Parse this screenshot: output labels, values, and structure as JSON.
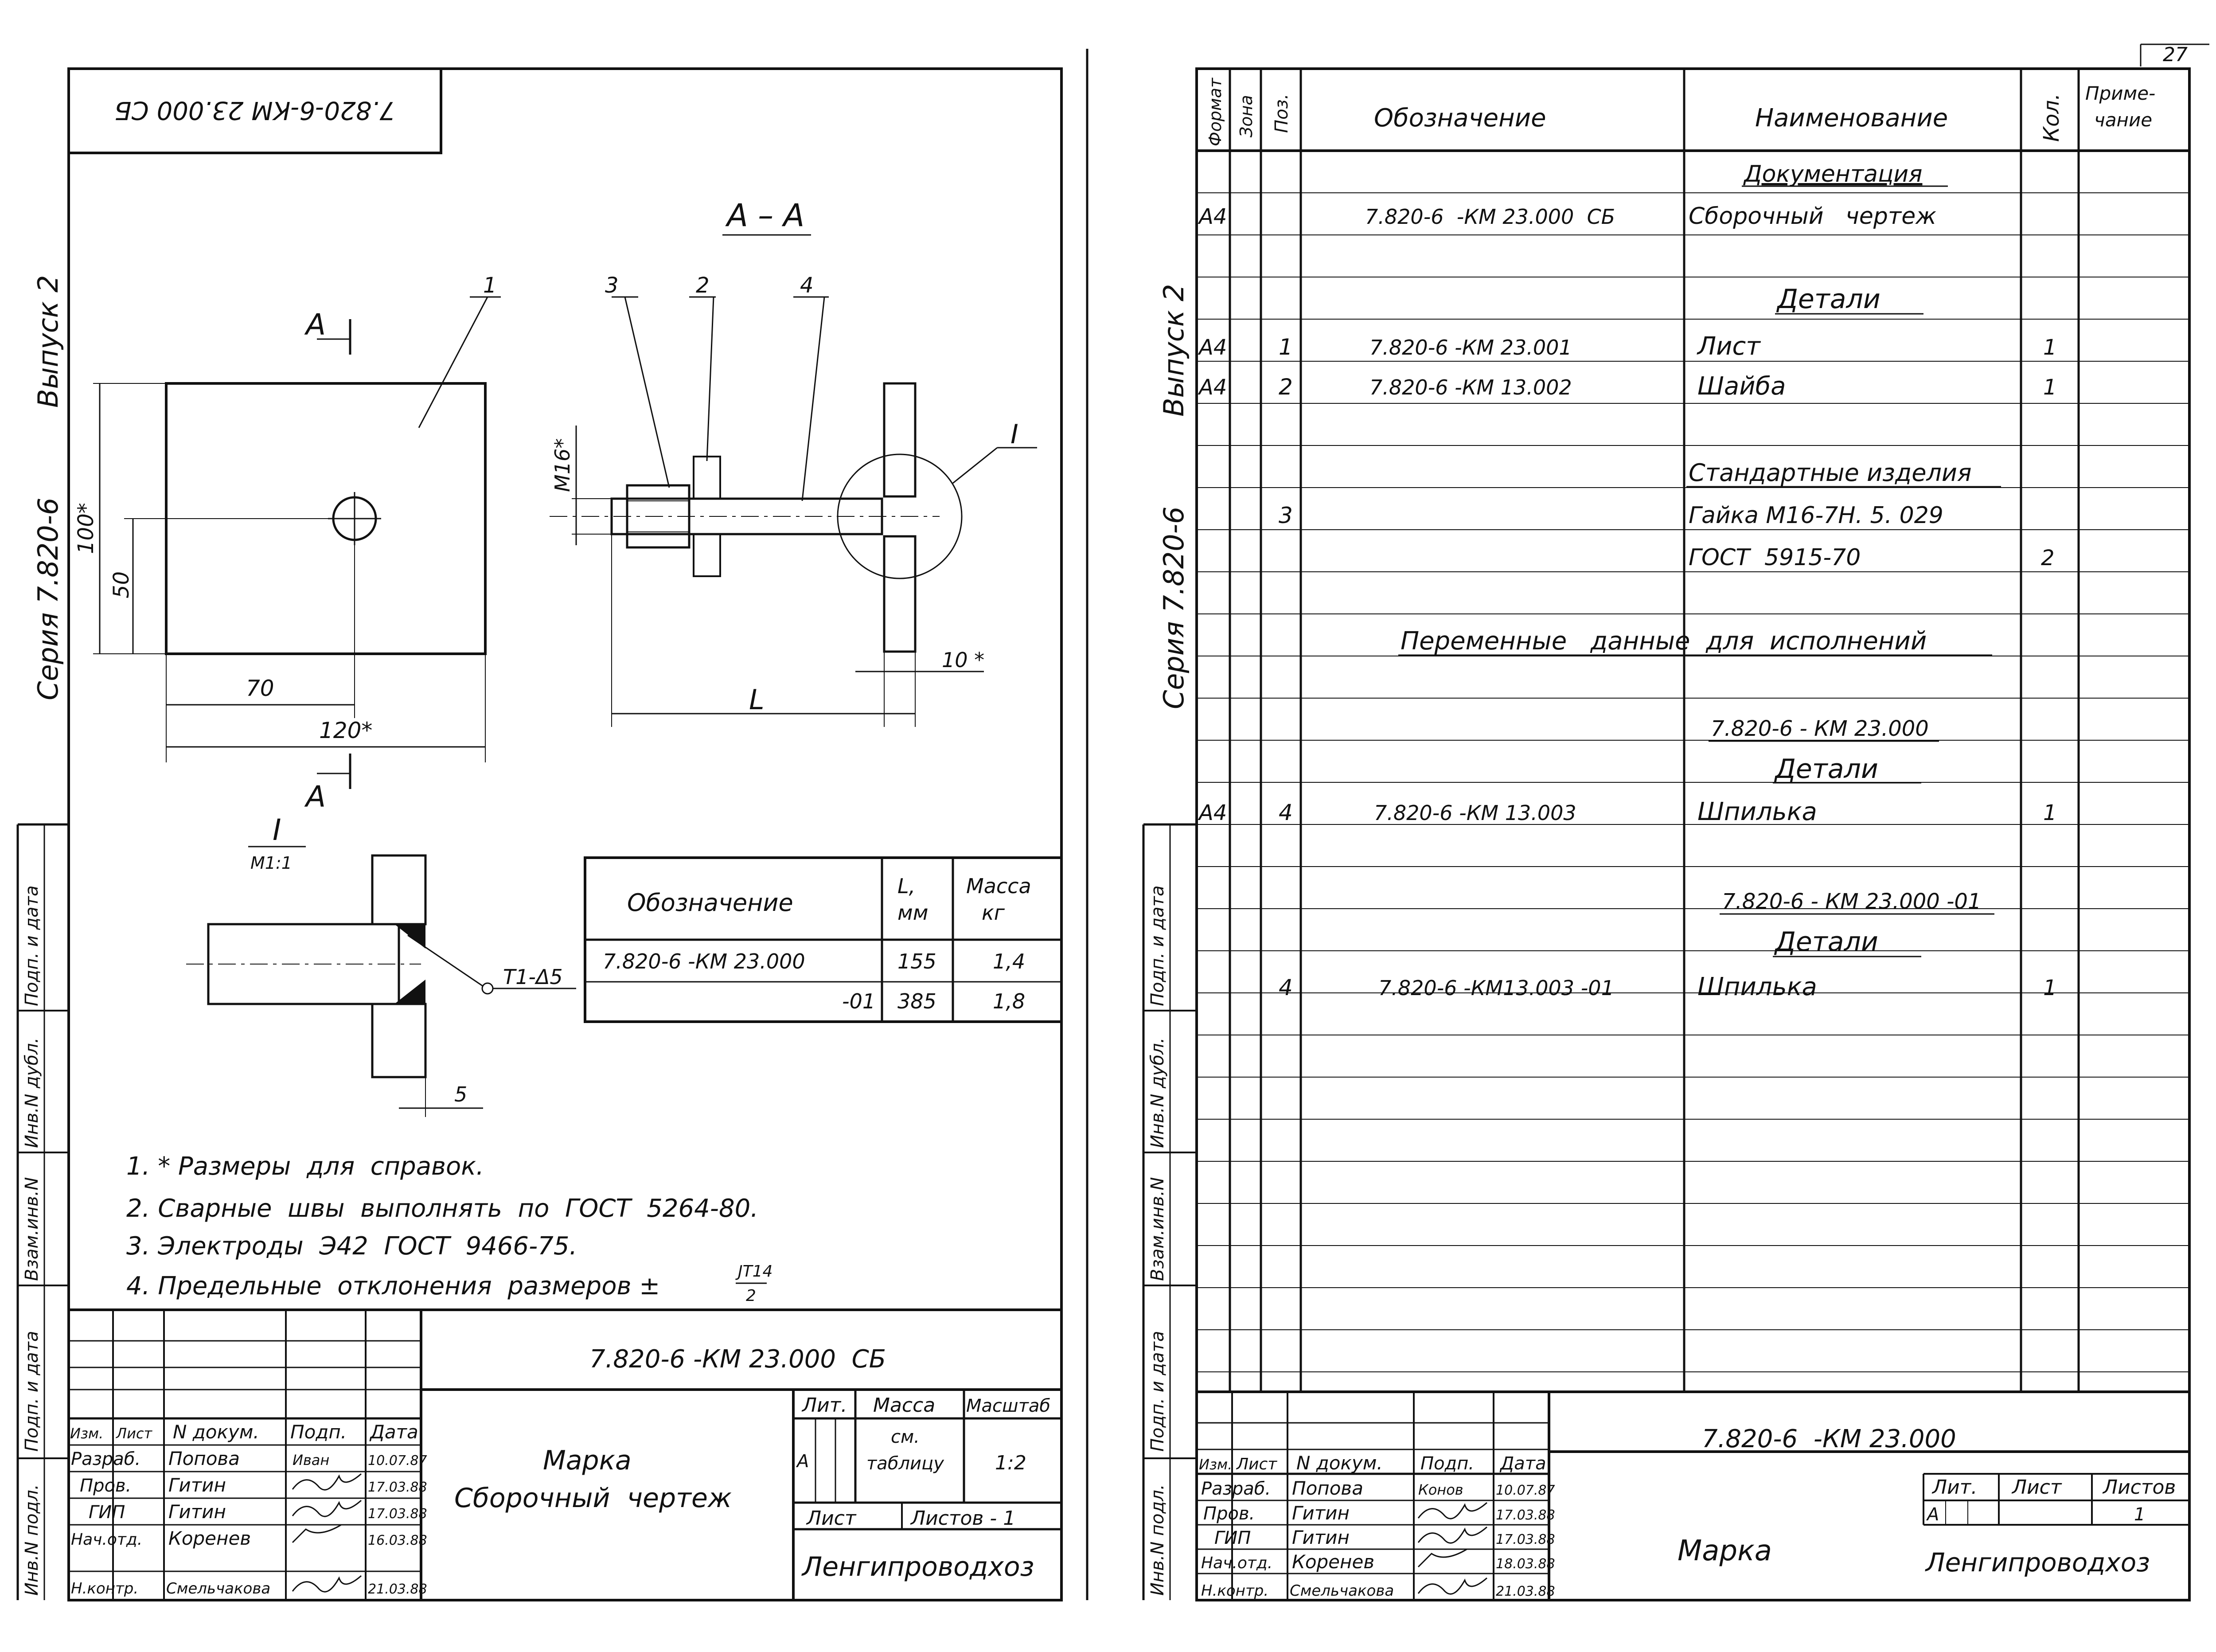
{
  "page_number": "27",
  "left_sheet": {
    "top_stamp": "7.820-6-КМ 23.000 СБ",
    "side_series": "Серия 7.820-6",
    "side_issue": "Выпуск 2",
    "margin_labels": [
      "Инв.N подл.",
      "Подп. и дата",
      "Взам.инв.N",
      "Инв.N дубл.",
      "Подп. и дата"
    ],
    "section_label": "А – А",
    "view_mark_top": "А",
    "view_mark_bottom": "А",
    "detail_label": "I",
    "detail_scale": "М1:1",
    "detail_ref": "I",
    "positions": [
      "1",
      "3",
      "2",
      "4"
    ],
    "dims": {
      "height_100": "100*",
      "height_50": "50",
      "width_70": "70",
      "width_120": "120*",
      "thread": "М16*",
      "length_L": "L",
      "plate_10": "10 *",
      "weld_5": "5",
      "weld_sign": "Т1-Δ5"
    },
    "variant_table": {
      "headers": [
        "Обозначение",
        "L, мм",
        "Масса кг"
      ],
      "rows": [
        [
          "7.820-6 -КМ 23.000",
          "155",
          "1,4"
        ],
        [
          "-01",
          "385",
          "1,8"
        ]
      ]
    },
    "notes": [
      "1. * Размеры  для  справок.",
      "2. Сварные  швы  выполнять  по  ГОСТ  5264-80.",
      "3. Электроды  Э42  ГОСТ  9466-75.",
      "4. Предельные  отклонения  размеров ±"
    ],
    "tolerance": {
      "num": "JT14",
      "den": "2"
    },
    "title_block": {
      "code": "7.820-6 -КМ 23.000  СБ",
      "name_line1": "Марка",
      "name_line2": "Сборочный  чертеж",
      "org": "Ленгипроводхоз",
      "col_headers": [
        "Изм.",
        "Лист",
        "N докум.",
        "Подп.",
        "Дата"
      ],
      "people": [
        {
          "role": "Разраб.",
          "name": "Попова",
          "sign": "Иван",
          "date": "10.07.87"
        },
        {
          "role": "Пров.",
          "name": "Гитин",
          "sign": "",
          "date": "17.03.88"
        },
        {
          "role": "ГИП",
          "name": "Гитин",
          "sign": "",
          "date": "17.03.88"
        },
        {
          "role": "Нач.отд.",
          "name": "Коренев",
          "sign": "",
          "date": "16.03.88"
        },
        {
          "role": "Н.контр.",
          "name": "Смельчакова",
          "sign": "",
          "date": "21.03.88"
        }
      ],
      "lit_header": "Лит.",
      "mass_header": "Масса",
      "scale_header": "Масштаб",
      "lit_value": "А",
      "mass_value_1": "см.",
      "mass_value_2": "таблицу",
      "scale_value": "1:2",
      "sheet_label": "Лист",
      "sheets_label": "Листов - 1"
    }
  },
  "right_sheet": {
    "side_series": "Серия 7.820-6",
    "side_issue": "Выпуск 2",
    "margin_labels": [
      "Инв.N подл.",
      "Подп. и дата",
      "Взам.инв.N",
      "Инв.N дубл.",
      "Подп. и дата"
    ],
    "headers": [
      "Формат",
      "Зона",
      "Поз.",
      "Обозначение",
      "Наименование",
      "Кол.",
      "Приме-чание"
    ],
    "rows": [
      {
        "format": "",
        "pos": "",
        "code": "",
        "name": "Документация",
        "qty": "",
        "section": true
      },
      {
        "format": "А4",
        "pos": "",
        "code": "7.820-6  -КМ 23.000  СБ",
        "name": "Сборочный   чертеж",
        "qty": ""
      },
      {
        "format": "",
        "pos": "",
        "code": "",
        "name": "",
        "qty": ""
      },
      {
        "format": "",
        "pos": "",
        "code": "",
        "name": "Детали",
        "qty": "",
        "section": true
      },
      {
        "format": "А4",
        "pos": "1",
        "code": "7.820-6 -КМ 23.001",
        "name": "Лист",
        "qty": "1"
      },
      {
        "format": "А4",
        "pos": "2",
        "code": "7.820-6 -КМ 13.002",
        "name": "Шайба",
        "qty": "1"
      },
      {
        "format": "",
        "pos": "",
        "code": "",
        "name": "",
        "qty": ""
      },
      {
        "format": "",
        "pos": "",
        "code": "",
        "name": "Стандартные изделия",
        "qty": "",
        "section": true
      },
      {
        "format": "",
        "pos": "3",
        "code": "",
        "name": "Гайка М16-7Н. 5. 029",
        "qty": ""
      },
      {
        "format": "",
        "pos": "",
        "code": "",
        "name": "ГОСТ  5915-70",
        "qty": "2"
      },
      {
        "format": "",
        "pos": "",
        "code": "",
        "name": "",
        "qty": ""
      },
      {
        "format": "",
        "pos": "",
        "code": "",
        "name": "Переменные   данные  для  исполнений",
        "qty": "",
        "section": true,
        "wide": true
      },
      {
        "format": "",
        "pos": "",
        "code": "",
        "name": "",
        "qty": ""
      },
      {
        "format": "",
        "pos": "",
        "code": "",
        "name": "7.820-6 - КМ 23.000",
        "qty": "",
        "section": true
      },
      {
        "format": "",
        "pos": "",
        "code": "",
        "name": "Детали",
        "qty": "",
        "section": true
      },
      {
        "format": "А4",
        "pos": "4",
        "code": "7.820-6 -КМ 13.003",
        "name": "Шпилька",
        "qty": "1"
      },
      {
        "format": "",
        "pos": "",
        "code": "",
        "name": "",
        "qty": ""
      },
      {
        "format": "",
        "pos": "",
        "code": "",
        "name": "7.820-6 - КМ 23.000 -01",
        "qty": "",
        "section": true
      },
      {
        "format": "",
        "pos": "",
        "code": "",
        "name": "Детали",
        "qty": "",
        "section": true
      },
      {
        "format": "",
        "pos": "4",
        "code": "7.820-6 -КМ13.003 -01",
        "name": "Шпилька",
        "qty": "1"
      }
    ],
    "title_block": {
      "code": "7.820-6  -КМ 23.000",
      "name": "Марка",
      "org": "Ленгипроводхоз",
      "col_headers": [
        "Изм.",
        "Лист",
        "N докум.",
        "Подп.",
        "Дата"
      ],
      "people": [
        {
          "role": "Разраб.",
          "name": "Попова",
          "sign": "Конов",
          "date": "10.07.87"
        },
        {
          "role": "Пров.",
          "name": "Гитин",
          "sign": "",
          "date": "17.03.88"
        },
        {
          "role": "ГИП",
          "name": "Гитин",
          "sign": "",
          "date": "17.03.88"
        },
        {
          "role": "Нач.отд.",
          "name": "Коренев",
          "sign": "",
          "date": "18.03.88"
        },
        {
          "role": "Н.контр.",
          "name": "Смельчакова",
          "sign": "",
          "date": "21.03.88"
        }
      ],
      "lit_header": "Лит.",
      "sheet_header": "Лист",
      "sheets_header": "Листов",
      "lit_value": "А",
      "sheets_value": "1"
    }
  }
}
